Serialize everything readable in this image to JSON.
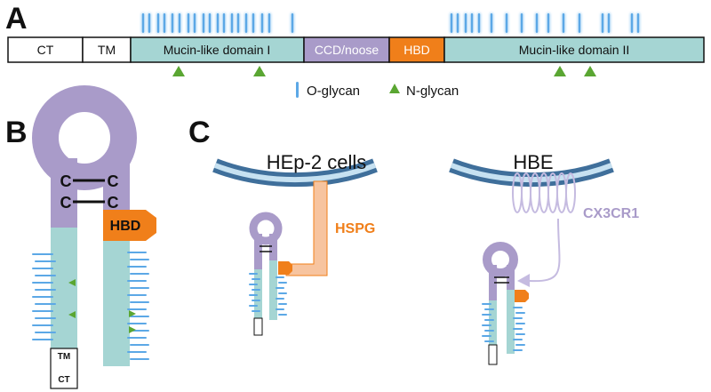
{
  "panels": {
    "a": "A",
    "b": "B",
    "c": "C"
  },
  "domains": {
    "ct": "CT",
    "tm": "TM",
    "mucin1": "Mucin-like domain I",
    "ccd": "CCD/noose",
    "hbd": "HBD",
    "mucin2": "Mucin-like domain II"
  },
  "legend": {
    "oglycan": "O-glycan",
    "nglycan": "N-glycan"
  },
  "panel_b": {
    "c_left_top": "C",
    "c_right_top": "C",
    "c_left_bottom": "C",
    "c_right_bottom": "C",
    "hbd": "HBD",
    "tm": "TM",
    "ct": "CT"
  },
  "panel_c": {
    "hep2": "HEp-2 cells",
    "hbe": "HBE",
    "hspg": "HSPG",
    "cx3cr1": "CX3CR1"
  },
  "colors": {
    "teal": "#a5d5d3",
    "lavender": "#a99bc9",
    "orange": "#f07f1a",
    "peach": "#f7c49f",
    "blue": "#5ca8e6",
    "green": "#5aa632",
    "membrane_dark": "#3f6f9b",
    "membrane_light": "#c6e1f1"
  }
}
